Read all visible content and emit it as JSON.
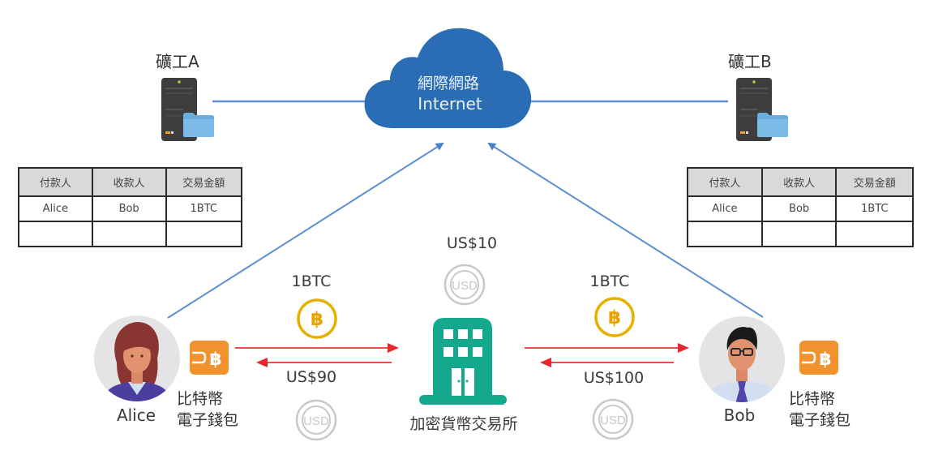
{
  "network": {
    "label_zh": "網際網路",
    "label_en": "Internet",
    "icon": "cloud-icon",
    "color": "#2b6db5"
  },
  "miners": [
    {
      "title": "礦工A",
      "icon": "server-icon",
      "ledger": {
        "headers": [
          "付款人",
          "收款人",
          "交易金額"
        ],
        "rows": [
          [
            "Alice",
            "Bob",
            "1BTC"
          ],
          [
            "",
            "",
            ""
          ]
        ]
      }
    },
    {
      "title": "礦工B",
      "icon": "server-icon",
      "ledger": {
        "headers": [
          "付款人",
          "收款人",
          "交易金額"
        ],
        "rows": [
          [
            "Alice",
            "Bob",
            "1BTC"
          ],
          [
            "",
            "",
            ""
          ]
        ]
      }
    }
  ],
  "users": [
    {
      "name": "Alice",
      "icon": "person-avatar-icon",
      "wallet_label_line1": "比特幣",
      "wallet_label_line2": "電子錢包",
      "wallet_icon": "bitcoin-wallet-icon"
    },
    {
      "name": "Bob",
      "icon": "person-avatar-icon",
      "wallet_label_line1": "比特幣",
      "wallet_label_line2": "電子錢包",
      "wallet_icon": "bitcoin-wallet-icon"
    }
  ],
  "exchange": {
    "label": "加密貨幣交易所",
    "icon": "building-icon",
    "fee_label": "US$10",
    "fee_icon": "usd-coin-icon",
    "color": "#14a88c"
  },
  "flows": {
    "alice_to_exchange": {
      "label": "1BTC",
      "icon": "bitcoin-coin-icon"
    },
    "exchange_to_alice": {
      "label": "US$90",
      "icon": "usd-coin-icon"
    },
    "exchange_to_bob": {
      "label": "1BTC",
      "icon": "bitcoin-coin-icon"
    },
    "bob_to_exchange": {
      "label": "US$100",
      "icon": "usd-coin-icon"
    }
  },
  "coin_text": {
    "btc": "฿",
    "usd": "USD"
  },
  "colors": {
    "network_line": "#5b8fd0",
    "transfer_arrow": "#e8262c",
    "btc_gold": "#e6b000",
    "usd_gray": "#c8c8c8",
    "wallet_orange": "#f0922e"
  }
}
